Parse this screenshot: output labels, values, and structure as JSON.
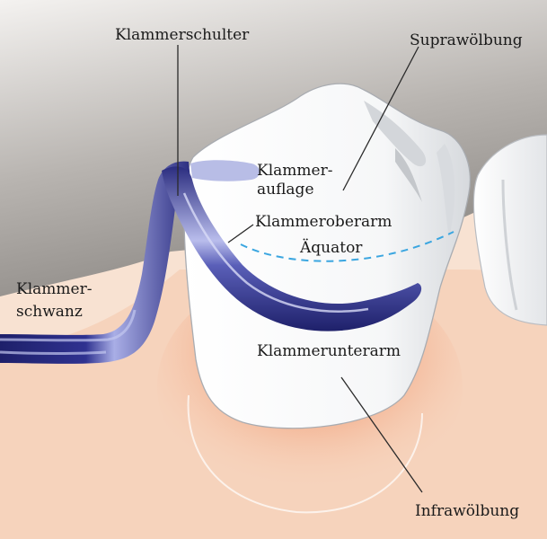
{
  "labels": {
    "klammerschulter": "Klammerschulter",
    "suprawoelbung": "Suprawölbung",
    "klammerauflage_line1": "Klammer-",
    "klammerauflage_line2": "auflage",
    "klammeroberarm": "Klammeroberarm",
    "aequator": "Äquator",
    "klammerschwanz_line1": "Klammer-",
    "klammerschwanz_line2": "schwanz",
    "klammerunterarm": "Klammerunterarm",
    "infrawoelbung": "Infrawölbung"
  },
  "colors": {
    "gingiva": "#f6d3bc",
    "inflammation": "#ee7a4c",
    "background_upper": "#8e8a86",
    "tooth_fill": "#ffffff",
    "tooth_shadow": "#c9ccd0",
    "clasp": "#2b2d80",
    "clasp_highlight": "#8f95d8",
    "rest": "#b8bde6",
    "equator_line": "#3ba6e0"
  }
}
